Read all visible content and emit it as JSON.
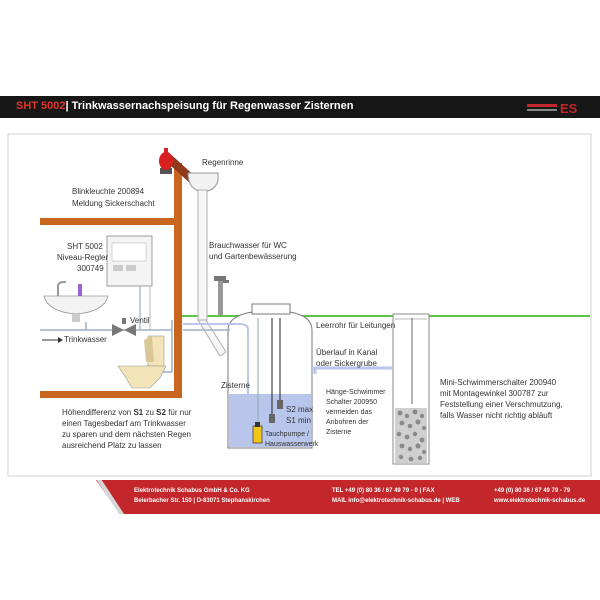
{
  "header": {
    "code": "SHT 5002",
    "title": "| Trinkwassernachspeisung für Regenwasser Zisternen"
  },
  "logo": {
    "colors": [
      "#c3272b",
      "#555555"
    ]
  },
  "labels": {
    "regenrinne": "Regenrinne",
    "blinkleuchte_1": "Blinkleuchte 200894",
    "blinkleuchte_2": "Meldung Sickerschacht",
    "sht_1": "SHT 5002",
    "sht_2": "Niveau-Regler",
    "sht_3": "300749",
    "brauchwasser_1": "Brauchwasser für WC",
    "brauchwasser_2": "und Gartenbewässerung",
    "ventil": "Ventil",
    "trinkwasser": "Trinkwasser",
    "leerrohr": "Leerrohr für Leitungen",
    "ueberlauf_1": "Überlauf in Kanal",
    "ueberlauf_2": "oder Sickergrube",
    "zisterne": "Zisterne",
    "s2": "S2 max",
    "s1": "S1 min",
    "pumpe_1": "Tauchpumpe /",
    "pumpe_2": "Hauswasserwerk",
    "haenge_1": "Hänge-Schwimmer",
    "haenge_2": "Schalter 200950",
    "haenge_3": "vermeiden das",
    "haenge_4": "Anbohren der",
    "haenge_5": "Zisterne",
    "mini_1": "Mini-Schwimmerschalter 200940",
    "mini_2": "mit Montagewinkel 300787 zur",
    "mini_3": "Feststellung einer Verschmutzung,",
    "mini_4": "falls Wasser nicht richtig abläuft",
    "hoehe_1a": "Höhendifferenz von ",
    "hoehe_1b": "S1",
    "hoehe_1c": " zu ",
    "hoehe_1d": "S2",
    "hoehe_1e": " für nur",
    "hoehe_2": "einen Tagesbedarf am Trinkwasser",
    "hoehe_3": "zu sparen und dem nächsten Regen",
    "hoehe_4": "ausreichend Platz zu lassen"
  },
  "footer": {
    "company": "Elektrotechnik Schabus GmbH & Co. KG",
    "address": "Beierbacher Str. 150 | D-83071 Stephanskirchen",
    "tel": "TEL +49 (0) 80 36 / 67 49 79 - 0 | FAX",
    "fax": "+49 (0) 80 36 / 67 49 79 - 79",
    "mail": "MAIL   info@elektrotechnik-schabus.de | WEB",
    "web": "www.elektrotechnik-schabus.de"
  },
  "colors": {
    "house": "#c8651f",
    "water": "#b9c6ec",
    "ground": "#5fc24a",
    "pipe": "#9ab0c8",
    "header": "#171717",
    "footer": "#c3272b",
    "accent": "#e0362b"
  }
}
